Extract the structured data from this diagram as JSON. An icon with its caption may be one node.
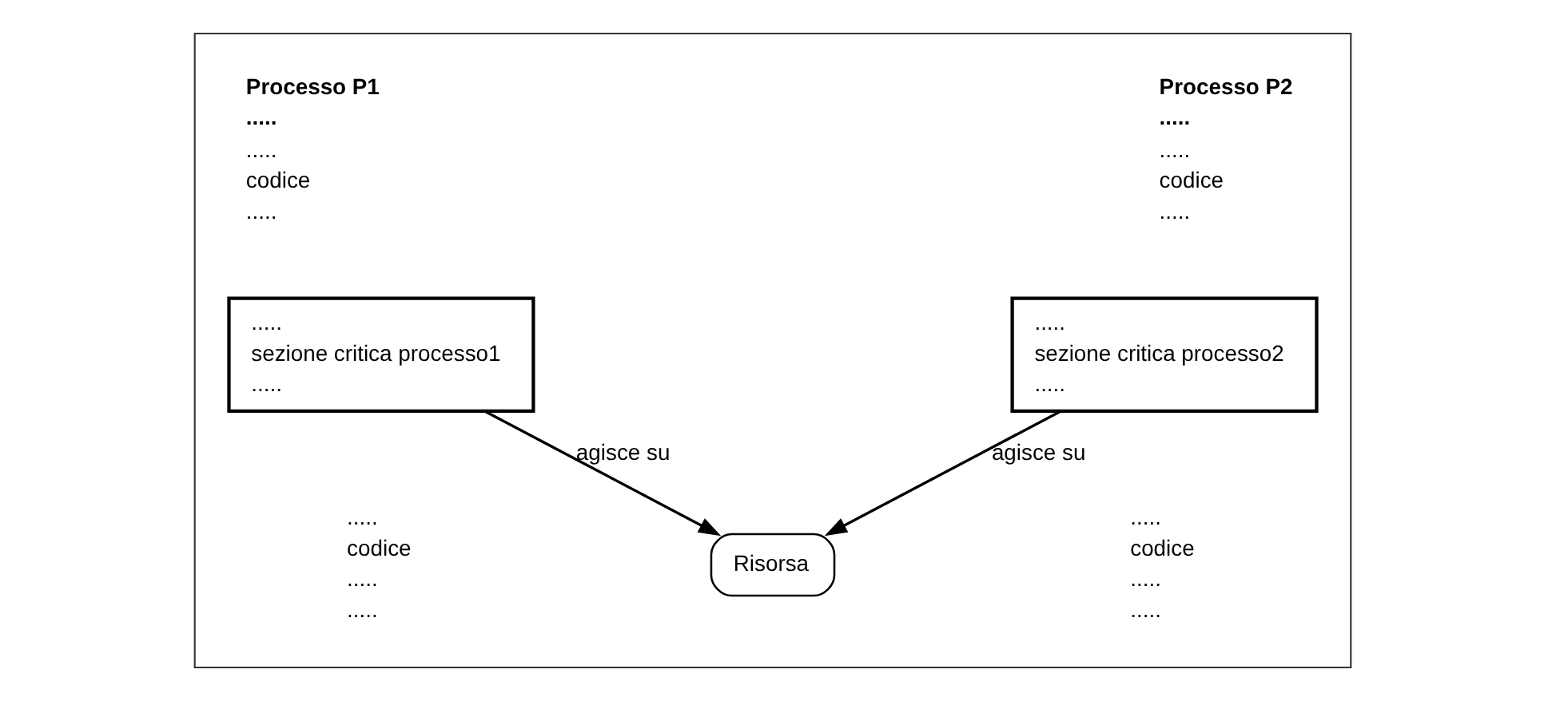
{
  "diagram": {
    "nodes": [
      {
        "text": [],
        "shape": "box"
      },
      {
        "text": [
          ".....",
          "sezione critica processo1",
          "....."
        ],
        "in": 0
      },
      {
        "text": [
          ".....",
          "sezione critica processo2",
          "....."
        ],
        "in": 0
      },
      {
        "text": [
          "Risorsa"
        ],
        "in": 0
      }
    ],
    "edges": [
      {
        "from": 1,
        "to": 3,
        "arrow": "to",
        "label": "agisce su"
      },
      {
        "from": 2,
        "to": 3,
        "arrow": "to",
        "label": "agisce su"
      }
    ],
    "labels": [
      "Processo P1",
      ".....",
      ".....",
      "codice",
      ".....",
      ".....",
      "codice",
      ".....",
      ".....",
      "Processo P2",
      ".....",
      ".....",
      "codice",
      ".....",
      ".....",
      "codice",
      ".....",
      "....."
    ]
  }
}
